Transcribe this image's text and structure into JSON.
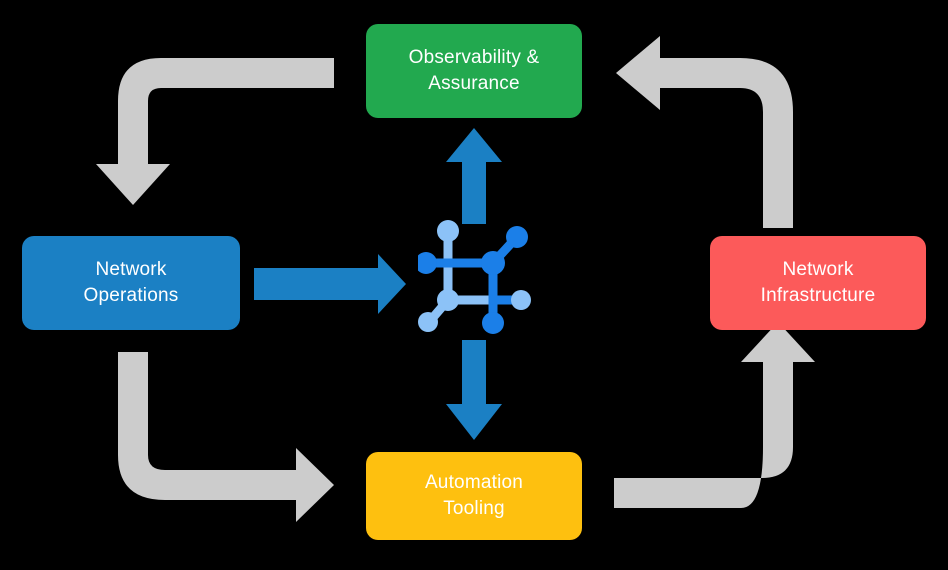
{
  "diagram": {
    "title": "Network automation lifecycle cycle diagram",
    "center_icon": {
      "name": "network-topology-icon",
      "colors": {
        "dark_blue": "#1b7fe8",
        "light_blue": "#8cc2f7"
      }
    },
    "nodes": [
      {
        "id": "observability",
        "label": "Observability &\nAssurance",
        "color": "#22a94f",
        "position": "top"
      },
      {
        "id": "network-operations",
        "label": "Network\nOperations",
        "color": "#1b80c4",
        "position": "left"
      },
      {
        "id": "network-infrastructure",
        "label": "Network\nInfrastructure",
        "color": "#fc5a5a",
        "position": "right"
      },
      {
        "id": "automation-tooling",
        "label": "Automation\nTooling",
        "color": "#fec00f",
        "position": "bottom"
      }
    ],
    "arrows": [
      {
        "id": "netops-to-center",
        "style": "straight",
        "direction": "right",
        "color": "#1b80c4",
        "from": "network-operations",
        "to": "center-icon"
      },
      {
        "id": "center-to-observability",
        "style": "straight",
        "direction": "up",
        "color": "#1b80c4",
        "from": "center-icon",
        "to": "observability"
      },
      {
        "id": "center-to-automation",
        "style": "straight",
        "direction": "down",
        "color": "#1b80c4",
        "from": "center-icon",
        "to": "automation-tooling"
      },
      {
        "id": "observability-to-netops",
        "style": "elbow",
        "direction": "down",
        "color": "#cccccc",
        "from": "observability",
        "to": "network-operations"
      },
      {
        "id": "netops-to-automation",
        "style": "elbow",
        "direction": "right",
        "color": "#cccccc",
        "from": "network-operations",
        "to": "automation-tooling"
      },
      {
        "id": "automation-to-netinfra",
        "style": "elbow",
        "direction": "up",
        "color": "#cccccc",
        "from": "automation-tooling",
        "to": "network-infrastructure"
      },
      {
        "id": "netinfra-to-observability",
        "style": "elbow",
        "direction": "left",
        "color": "#cccccc",
        "from": "network-infrastructure",
        "to": "observability"
      }
    ],
    "palette": {
      "background": "#000000",
      "gray_arrow": "#cccccc",
      "blue_arrow": "#1b80c4",
      "text": "#ffffff"
    }
  }
}
